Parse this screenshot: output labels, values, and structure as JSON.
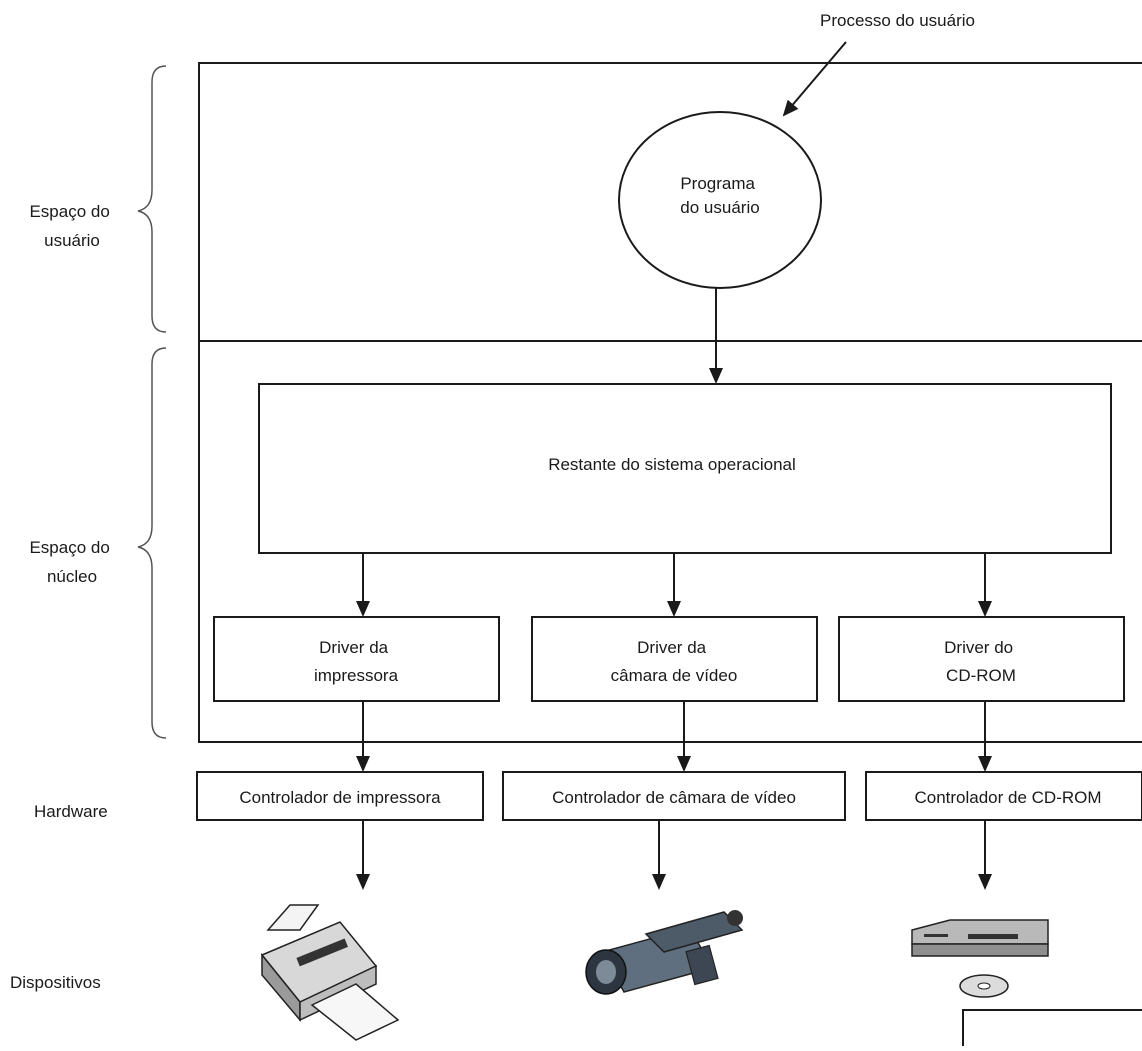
{
  "process_label": "Processo do usuário",
  "user_program": [
    "Programa",
    "do usuário"
  ],
  "spaces": {
    "user": [
      "Espaço do",
      "usuário"
    ],
    "kernel": [
      "Espaço do",
      "núcleo"
    ],
    "hardware": "Hardware",
    "devices": "Dispositivos"
  },
  "os_rest": "Restante do sistema operacional",
  "drivers": [
    [
      "Driver da",
      "impressora"
    ],
    [
      "Driver da",
      "câmara de vídeo"
    ],
    [
      "Driver do",
      "CD-ROM"
    ]
  ],
  "controllers": [
    "Controlador de impressora",
    "Controlador de câmara de vídeo",
    "Controlador de CD-ROM"
  ],
  "device_icons": [
    "printer-icon",
    "video-camera-icon",
    "cdrom-drive-icon"
  ]
}
